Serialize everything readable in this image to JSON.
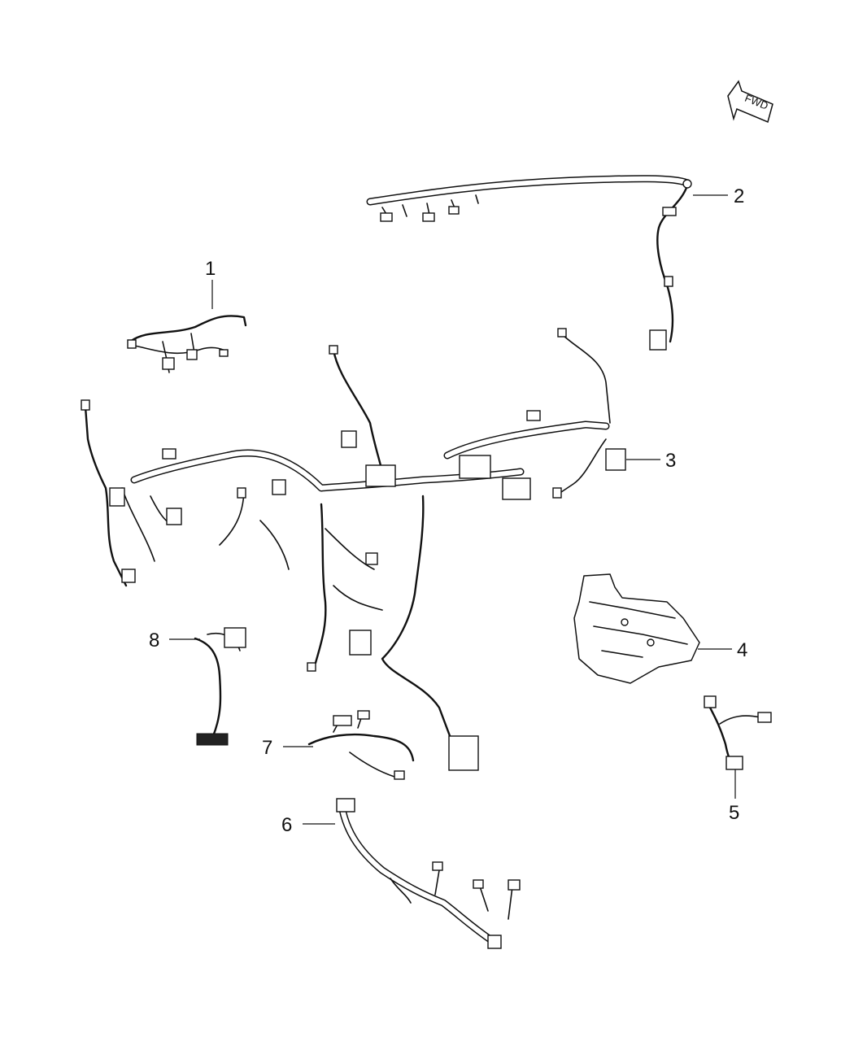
{
  "diagram": {
    "orientation_label": "FWD",
    "callouts": [
      {
        "id": "1",
        "label": "1"
      },
      {
        "id": "2",
        "label": "2"
      },
      {
        "id": "3",
        "label": "3"
      },
      {
        "id": "4",
        "label": "4"
      },
      {
        "id": "5",
        "label": "5"
      },
      {
        "id": "6",
        "label": "6"
      },
      {
        "id": "7",
        "label": "7"
      },
      {
        "id": "8",
        "label": "8"
      }
    ]
  }
}
